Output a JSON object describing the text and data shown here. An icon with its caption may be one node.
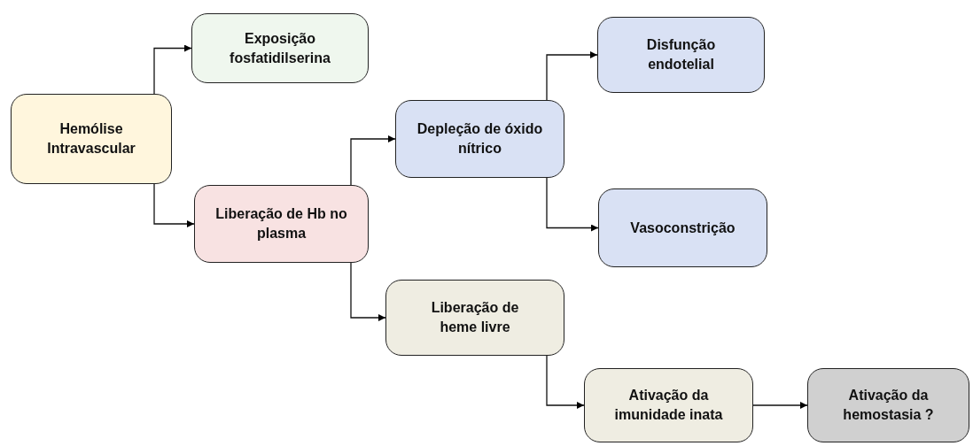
{
  "diagram": {
    "nodes": [
      {
        "text": [
          "Hemólise Intravascular"
        ]
      },
      {
        "text": [
          "Exposição fosfatidilserina"
        ]
      },
      {
        "text": [
          "Liberação de Hb no plasma"
        ]
      },
      {
        "text": [
          "Depleção de óxido nítrico"
        ]
      },
      {
        "text": [
          "Disfunção endotelial"
        ]
      },
      {
        "text": [
          "Vasoconstrição"
        ]
      },
      {
        "text": [
          "Liberação de heme livre"
        ]
      },
      {
        "text": [
          "Ativação da imunidade inata"
        ]
      },
      {
        "text": [
          "Ativação da hemostasia ?"
        ]
      }
    ],
    "edges": [
      {
        "from": 0,
        "to": 1,
        "arrow": "to"
      },
      {
        "from": 0,
        "to": 2,
        "arrow": "to"
      },
      {
        "from": 2,
        "to": 3,
        "arrow": "to"
      },
      {
        "from": 2,
        "to": 6,
        "arrow": "to"
      },
      {
        "from": 3,
        "to": 4,
        "arrow": "to"
      },
      {
        "from": 3,
        "to": 5,
        "arrow": "to"
      },
      {
        "from": 6,
        "to": 7,
        "arrow": "to"
      },
      {
        "from": 7,
        "to": 8,
        "arrow": "to"
      }
    ]
  }
}
